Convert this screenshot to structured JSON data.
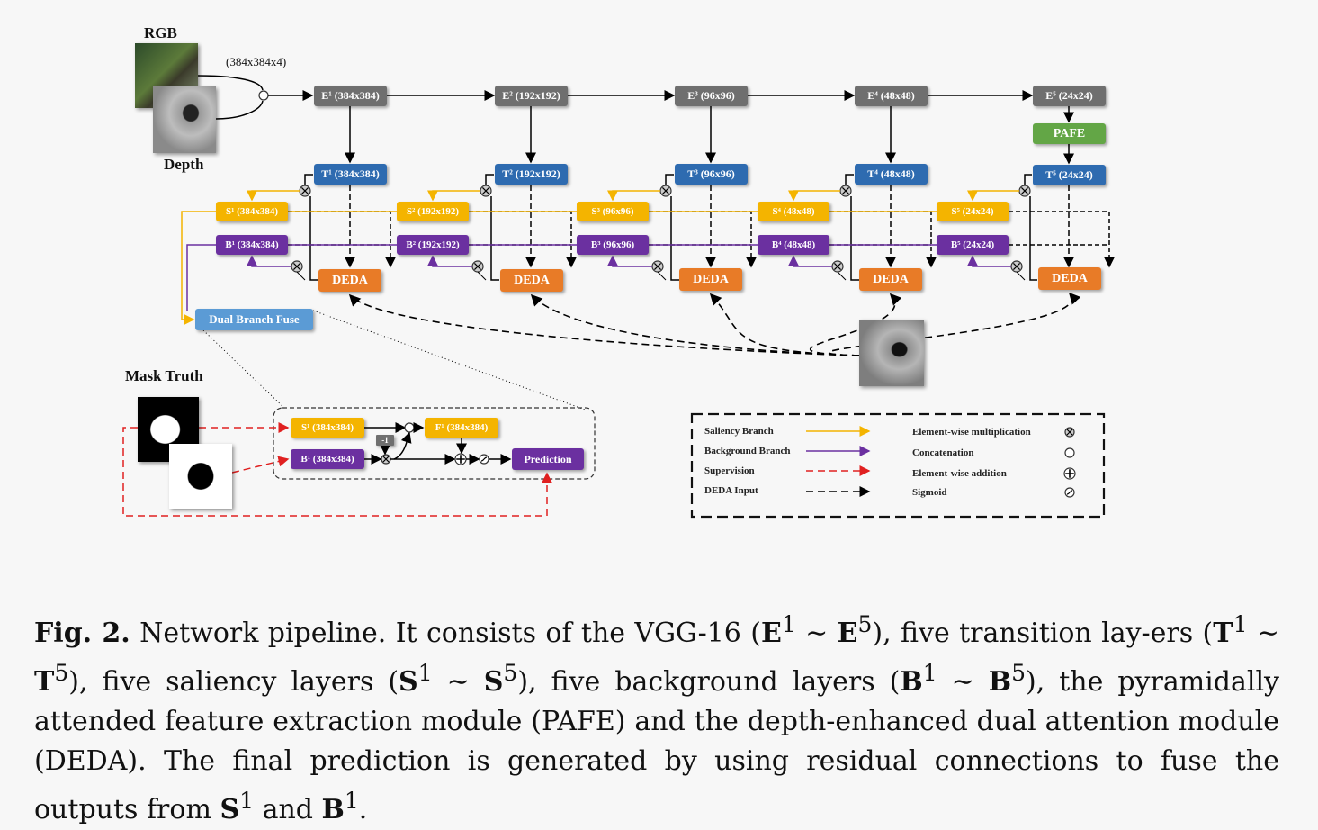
{
  "inputs": {
    "rgb_label": "RGB",
    "depth_label": "Depth",
    "input_size": "(384x384x4)"
  },
  "encoders": [
    "E¹ (384x384)",
    "E² (192x192)",
    "E³ (96x96)",
    "E⁴ (48x48)",
    "E⁵ (24x24)"
  ],
  "transitions": [
    "T¹ (384x384)",
    "T² (192x192)",
    "T³ (96x96)",
    "T⁴ (48x48)",
    "T⁵ (24x24)"
  ],
  "saliency": [
    "S¹ (384x384)",
    "S² (192x192)",
    "S³ (96x96)",
    "S⁴ (48x48)",
    "S⁵ (24x24)"
  ],
  "background": [
    "B¹ (384x384)",
    "B² (192x192)",
    "B³ (96x96)",
    "B⁴ (48x48)",
    "B⁵ (24x24)"
  ],
  "deda": [
    "DEDA",
    "DEDA",
    "DEDA",
    "DEDA",
    "DEDA"
  ],
  "pafe": "PAFE",
  "dual_branch_fuse": "Dual Branch Fuse",
  "mask_truth": "Mask Truth",
  "inset": {
    "s1": "S¹ (384x384)",
    "b1": "B¹ (384x384)",
    "f1": "F¹ (384x384)",
    "neg": "-1",
    "prediction": "Prediction"
  },
  "legend": {
    "left": [
      "Saliency Branch",
      "Background Branch",
      "Supervision",
      "DEDA Input"
    ],
    "right": [
      "Element-wise  multiplication",
      "Concatenation",
      "Element-wise addition",
      "Sigmoid"
    ]
  },
  "colors": {
    "encoder": "#6f6f6f",
    "transition": "#2e6bb0",
    "saliency": "#f4b400",
    "background": "#6b30a0",
    "deda": "#e87b27",
    "pafe": "#63a646",
    "fuse": "#5b9bd5",
    "supervision": "#e02020"
  },
  "caption": {
    "fig_label": "Fig. 2.",
    "text_1": " Network pipeline. It consists of the VGG-16 (",
    "e1": "E",
    "sup1": "1",
    "tilde": " ∼ ",
    "e5": "E",
    "sup5": "5",
    "text_2": "), five transition lay-ers (",
    "t1": "T",
    "t5": "T",
    "text_3": "), five saliency layers (",
    "s1": "S",
    "s5": "S",
    "text_4": "), five background layers (",
    "b1": "B",
    "b5": "B",
    "text_5": "), the pyramidally attended feature extraction module (PAFE) and the depth-enhanced dual attention module (DEDA). The final prediction is generated by using residual connections to fuse the outputs from ",
    "sfin": "S",
    "and": " and ",
    "bfin": "B",
    "end": "."
  }
}
